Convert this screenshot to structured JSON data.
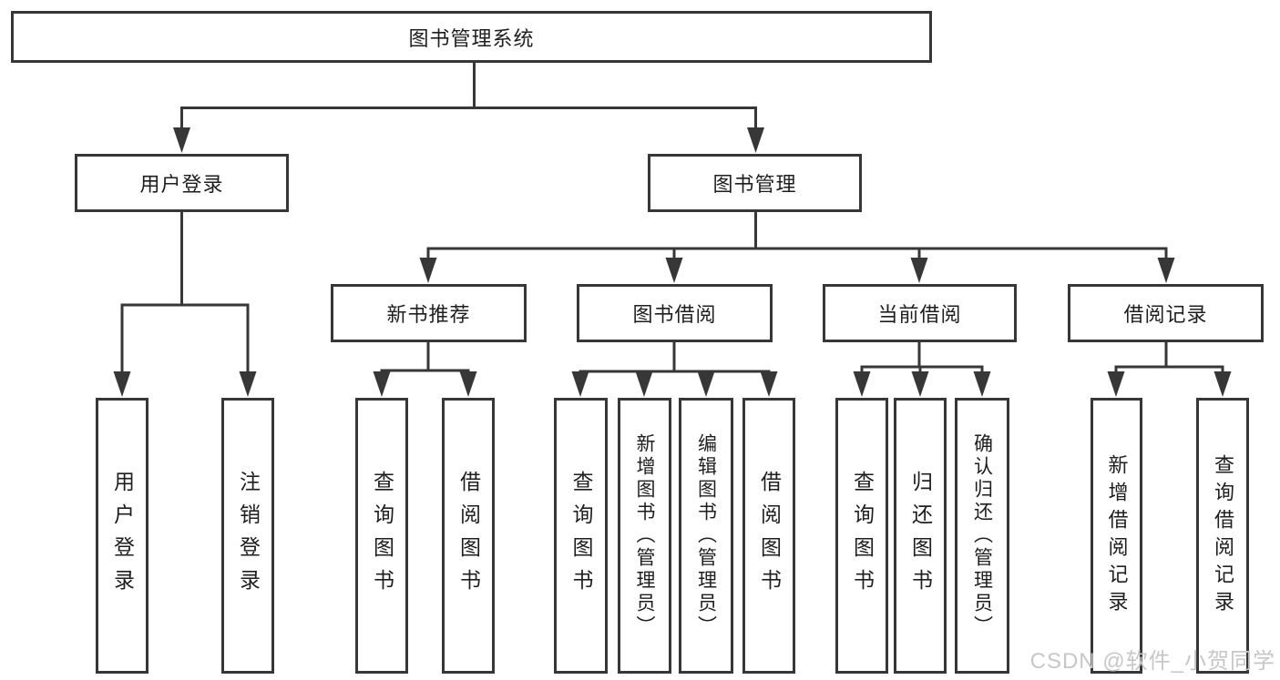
{
  "diagram": {
    "root": {
      "label": "图书管理系统"
    },
    "branches": [
      {
        "label": "用户登录",
        "children": [
          {
            "label": "用户登录"
          },
          {
            "label": "注销登录"
          }
        ]
      },
      {
        "label": "图书管理",
        "children": [
          {
            "label": "新书推荐",
            "children": [
              {
                "label": "查询图书"
              },
              {
                "label": "借阅图书"
              }
            ]
          },
          {
            "label": "图书借阅",
            "children": [
              {
                "label": "查询图书"
              },
              {
                "label": "新增图书（管理员）"
              },
              {
                "label": "编辑图书（管理员）"
              },
              {
                "label": "借阅图书"
              }
            ]
          },
          {
            "label": "当前借阅",
            "children": [
              {
                "label": "查询图书"
              },
              {
                "label": "归还图书"
              },
              {
                "label": "确认归还（管理员）"
              }
            ]
          },
          {
            "label": "借阅记录",
            "children": [
              {
                "label": "新增借阅记录"
              },
              {
                "label": "查询借阅记录"
              }
            ]
          }
        ]
      }
    ]
  },
  "watermark": {
    "text": "CSDN @软件_小贺同学"
  },
  "colors": {
    "line": "#373737",
    "text": "#1e1e1e",
    "watermark": "#c7c7c7",
    "background": "#ffffff"
  }
}
